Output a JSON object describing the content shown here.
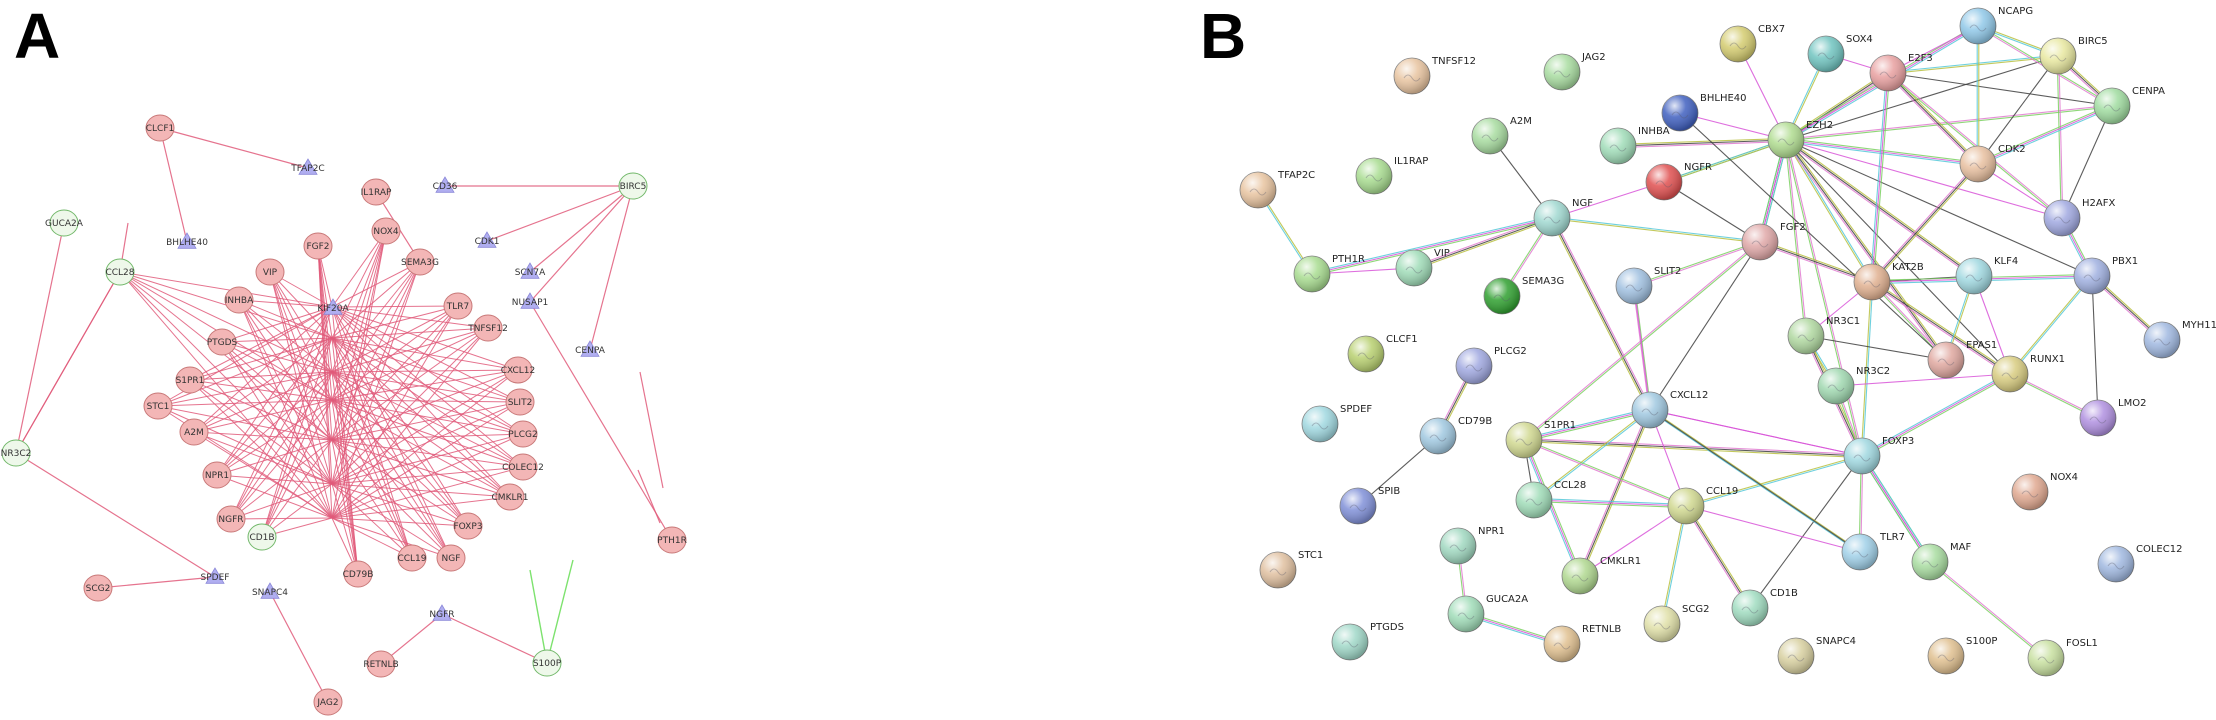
{
  "panels": {
    "a": "A",
    "b": "B"
  },
  "colors": {
    "lineA": "#e05a7a",
    "lineA2": "#66dd55",
    "nodePink": "#f3b6b6",
    "nodePinkStroke": "#c87878",
    "nodeGreen": "#eef8ea",
    "nodeGreenStroke": "#72b86a",
    "tri": "#b0aef0",
    "triStroke": "#8a87d8"
  },
  "panelA": {
    "nodes": [
      {
        "id": "CLCF1",
        "label": "CLCF1",
        "shape": "pink"
      },
      {
        "id": "TFAP2C",
        "label": "TFAP2C",
        "shape": "tri"
      },
      {
        "id": "IL1RAP",
        "label": "IL1RAP",
        "shape": "pink"
      },
      {
        "id": "CD36",
        "label": "CD36",
        "shape": "tri"
      },
      {
        "id": "BIRC5",
        "label": "BIRC5",
        "shape": "green"
      },
      {
        "id": "GUCA2A",
        "label": "GUCA2A",
        "shape": "green"
      },
      {
        "id": "CCL28",
        "label": "CCL28",
        "shape": "green"
      },
      {
        "id": "BHLHE40",
        "label": "BHLHE40",
        "shape": "tri"
      },
      {
        "id": "FGF2",
        "label": "FGF2",
        "shape": "pink"
      },
      {
        "id": "NOX4",
        "label": "NOX4",
        "shape": "pink"
      },
      {
        "id": "VIP",
        "label": "VIP",
        "shape": "pink"
      },
      {
        "id": "SEMA3G",
        "label": "SEMA3G",
        "shape": "pink"
      },
      {
        "id": "TLR7",
        "label": "TLR7",
        "shape": "pink"
      },
      {
        "id": "KIF20A",
        "label": "KIF20A",
        "shape": "tri"
      },
      {
        "id": "INHBA",
        "label": "INHBA",
        "shape": "pink"
      },
      {
        "id": "TNFSF12",
        "label": "TNFSF12",
        "shape": "pink"
      },
      {
        "id": "CDK1",
        "label": "CDK1",
        "shape": "tri"
      },
      {
        "id": "SCN7A",
        "label": "SCN7A",
        "shape": "tri"
      },
      {
        "id": "NUSAP1",
        "label": "NUSAP1",
        "shape": "tri"
      },
      {
        "id": "CENPA",
        "label": "CENPA",
        "shape": "tri"
      },
      {
        "id": "PTGDS",
        "label": "PTGDS",
        "shape": "pink"
      },
      {
        "id": "CXCL12",
        "label": "CXCL12",
        "shape": "pink"
      },
      {
        "id": "NR3C2",
        "label": "NR3C2",
        "shape": "green"
      },
      {
        "id": "S1PR1",
        "label": "S1PR1",
        "shape": "pink"
      },
      {
        "id": "SLIT2",
        "label": "SLIT2",
        "shape": "pink"
      },
      {
        "id": "STC1",
        "label": "STC1",
        "shape": "pink"
      },
      {
        "id": "PLCG2",
        "label": "PLCG2",
        "shape": "pink"
      },
      {
        "id": "A2M",
        "label": "A2M",
        "shape": "pink"
      },
      {
        "id": "COLEC12",
        "label": "COLEC12",
        "shape": "pink"
      },
      {
        "id": "NPR1",
        "label": "NPR1",
        "shape": "pink"
      },
      {
        "id": "CMKLR1",
        "label": "CMKLR1",
        "shape": "pink"
      },
      {
        "id": "NGFR",
        "label": "NGFR",
        "shape": "pink"
      },
      {
        "id": "CD1B",
        "label": "CD1B",
        "shape": "green"
      },
      {
        "id": "FOXP3",
        "label": "FOXP3",
        "shape": "pink"
      },
      {
        "id": "CD79B",
        "label": "CD79B",
        "shape": "pink"
      },
      {
        "id": "CCL19",
        "label": "CCL19",
        "shape": "pink"
      },
      {
        "id": "NGF",
        "label": "NGF",
        "shape": "pink"
      },
      {
        "id": "PTH1R",
        "label": "PTH1R",
        "shape": "pink"
      },
      {
        "id": "SCG2",
        "label": "SCG2",
        "shape": "pink"
      },
      {
        "id": "S100P",
        "label": "S100P",
        "shape": "green"
      },
      {
        "id": "RETNLB",
        "label": "RETNLB",
        "shape": "pink"
      },
      {
        "id": "JAG2",
        "label": "JAG2",
        "shape": "pink"
      },
      {
        "id": "SNAPC4",
        "label": "SNAPC4",
        "shape": "tri"
      },
      {
        "id": "SPDEF",
        "label": "SPDEF",
        "shape": "tri"
      },
      {
        "id": "NGFR2",
        "label": "NGFR",
        "shape": "tri"
      }
    ]
  },
  "panelB": {
    "nodes": [
      {
        "id": "TNFSF12",
        "label": "TNFSF12",
        "color": "#e8c4a0"
      },
      {
        "id": "JAG2",
        "label": "JAG2",
        "color": "#a8dca0"
      },
      {
        "id": "CBX7",
        "label": "CBX7",
        "color": "#d4cc70"
      },
      {
        "id": "SOX4",
        "label": "SOX4",
        "color": "#70c4c0"
      },
      {
        "id": "NCAPG",
        "label": "NCAPG",
        "color": "#90c8e8"
      },
      {
        "id": "E2F3",
        "label": "E2F3",
        "color": "#e8a0a0"
      },
      {
        "id": "BIRC5",
        "label": "BIRC5",
        "color": "#e8e8a0"
      },
      {
        "id": "BHLHE40",
        "label": "BHLHE40",
        "color": "#4060c0"
      },
      {
        "id": "INHBA",
        "label": "INHBA",
        "color": "#a0dcb8"
      },
      {
        "id": "EZH2",
        "label": "EZH2",
        "color": "#b0dc90"
      },
      {
        "id": "CENPA",
        "label": "CENPA",
        "color": "#a0dca0"
      },
      {
        "id": "A2M",
        "label": "A2M",
        "color": "#a8dca0"
      },
      {
        "id": "CDK2",
        "label": "CDK2",
        "color": "#e8c0a0"
      },
      {
        "id": "IL1RAP",
        "label": "IL1RAP",
        "color": "#a8dc90"
      },
      {
        "id": "TFAP2C",
        "label": "TFAP2C",
        "color": "#e8c4a0"
      },
      {
        "id": "NGFR",
        "label": "NGFR",
        "color": "#e05050"
      },
      {
        "id": "NGF",
        "label": "NGF",
        "color": "#a0d8d0"
      },
      {
        "id": "H2AFX",
        "label": "H2AFX",
        "color": "#a0a8e0"
      },
      {
        "id": "FGF2",
        "label": "FGF2",
        "color": "#e0a8a8"
      },
      {
        "id": "PTH1R",
        "label": "PTH1R",
        "color": "#a8dc90"
      },
      {
        "id": "VIP",
        "label": "VIP",
        "color": "#a0dcb8"
      },
      {
        "id": "SEMA3G",
        "label": "SEMA3G",
        "color": "#30a030"
      },
      {
        "id": "SLIT2",
        "label": "SLIT2",
        "color": "#a0c0e0"
      },
      {
        "id": "KAT2B",
        "label": "KAT2B",
        "color": "#e0b090"
      },
      {
        "id": "KLF4",
        "label": "KLF4",
        "color": "#a0d8e0"
      },
      {
        "id": "PBX1",
        "label": "PBX1",
        "color": "#a0b0e0"
      },
      {
        "id": "MYH11",
        "label": "MYH11",
        "color": "#a0b8e0"
      },
      {
        "id": "CLCF1",
        "label": "CLCF1",
        "color": "#b8d070"
      },
      {
        "id": "NR3C1",
        "label": "NR3C1",
        "color": "#b0d8a0"
      },
      {
        "id": "EPAS1",
        "label": "EPAS1",
        "color": "#e0a8a0"
      },
      {
        "id": "NR3C2",
        "label": "NR3C2",
        "color": "#a0d8b0"
      },
      {
        "id": "RUNX1",
        "label": "RUNX1",
        "color": "#d8cc80"
      },
      {
        "id": "PLCG2",
        "label": "PLCG2",
        "color": "#a0a8e0"
      },
      {
        "id": "LMO2",
        "label": "LMO2",
        "color": "#b090e0"
      },
      {
        "id": "SPDEF",
        "label": "SPDEF",
        "color": "#a0d8e0"
      },
      {
        "id": "CD79B",
        "label": "CD79B",
        "color": "#a0c8e0"
      },
      {
        "id": "S1PR1",
        "label": "S1PR1",
        "color": "#d0d890"
      },
      {
        "id": "CXCL12",
        "label": "CXCL12",
        "color": "#a0c8e0"
      },
      {
        "id": "FOXP3",
        "label": "FOXP3",
        "color": "#a0d8e0"
      },
      {
        "id": "SPIB",
        "label": "SPIB",
        "color": "#8090d8"
      },
      {
        "id": "CCL28",
        "label": "CCL28",
        "color": "#a0dcb8"
      },
      {
        "id": "CCL19",
        "label": "CCL19",
        "color": "#d0d890"
      },
      {
        "id": "NOX4",
        "label": "NOX4",
        "color": "#e0a890"
      },
      {
        "id": "NPR1",
        "label": "NPR1",
        "color": "#a0d8c0"
      },
      {
        "id": "TLR7",
        "label": "TLR7",
        "color": "#a0d0e8"
      },
      {
        "id": "STC1",
        "label": "STC1",
        "color": "#e0c0a0"
      },
      {
        "id": "CMKLR1",
        "label": "CMKLR1",
        "color": "#b0d890"
      },
      {
        "id": "MAF",
        "label": "MAF",
        "color": "#a8dca0"
      },
      {
        "id": "COLEC12",
        "label": "COLEC12",
        "color": "#a0b8e0"
      },
      {
        "id": "CD1B",
        "label": "CD1B",
        "color": "#a0dcc0"
      },
      {
        "id": "GUCA2A",
        "label": "GUCA2A",
        "color": "#a0dcb8"
      },
      {
        "id": "SCG2",
        "label": "SCG2",
        "color": "#e0e0a8"
      },
      {
        "id": "PTGDS",
        "label": "PTGDS",
        "color": "#a0d8c8"
      },
      {
        "id": "RETNLB",
        "label": "RETNLB",
        "color": "#e0c090"
      },
      {
        "id": "SNAPC4",
        "label": "SNAPC4",
        "color": "#d8d0a0"
      },
      {
        "id": "S100P",
        "label": "S100P",
        "color": "#e0c090"
      },
      {
        "id": "FOSL1",
        "label": "FOSL1",
        "color": "#c8e0a0"
      }
    ]
  }
}
